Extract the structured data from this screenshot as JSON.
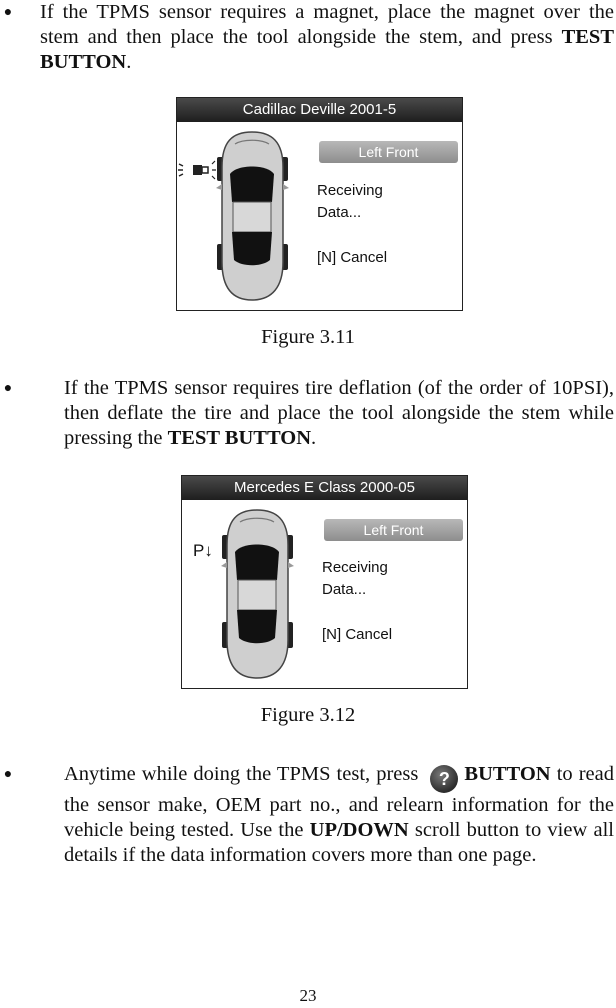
{
  "bullets": {
    "one": {
      "text": "If the TPMS sensor requires a magnet, place the magnet over the stem and then place the tool alongside the stem, and press ",
      "bold": "TEST BUTTON",
      "end": "."
    },
    "two": {
      "text": "If the TPMS sensor requires tire deflation (of the order of 10PSI), then deflate the tire and place the tool alongside the stem while pressing the ",
      "bold": "TEST BUTTON",
      "end": "."
    },
    "three": {
      "pre": "Anytime while doing the TPMS test, press ",
      "bold1": "BUTTON",
      "mid": " to read the sensor make, OEM part no., and relearn information for the vehicle being tested. Use the ",
      "bold2": "UP/DOWN",
      "end": " scroll button to view all details if the data information covers more than one page."
    }
  },
  "figure1": {
    "title": "Cadillac Deville 2001-5",
    "position": "Left Front",
    "status_line1": "Receiving",
    "status_line2": "Data...",
    "cancel": "[N] Cancel",
    "caption": "Figure 3.11"
  },
  "figure2": {
    "title": "Mercedes E Class 2000-05",
    "position": "Left Front",
    "indicator": "P↓",
    "status_line1": "Receiving",
    "status_line2": "Data...",
    "cancel": "[N] Cancel",
    "caption": "Figure 3.12"
  },
  "help_key_glyph": "?",
  "page_number": "23",
  "colors": {
    "title_bar": "#2a2a2a",
    "position_button": "#a3a3a3",
    "text": "#111111"
  }
}
